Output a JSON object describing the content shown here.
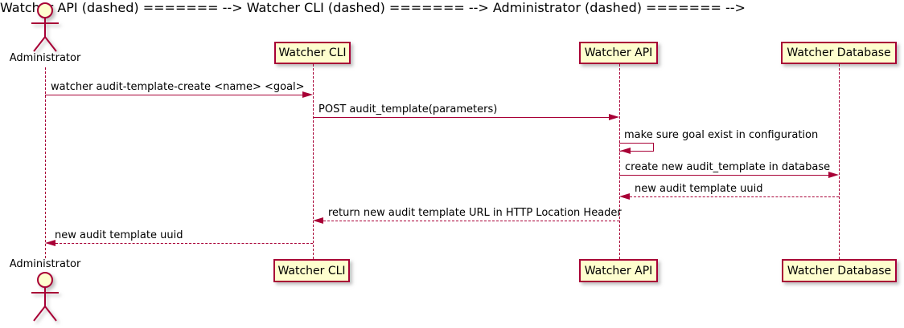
{
  "diagram": {
    "type": "sequence-diagram",
    "colors": {
      "participant_fill": "#FEFECE",
      "participant_border": "#A80036",
      "line": "#A80036",
      "text": "#000000",
      "background": "#FFFFFF"
    },
    "actor": {
      "label": "Administrator"
    },
    "participants": [
      {
        "label": "Watcher CLI"
      },
      {
        "label": "Watcher API"
      },
      {
        "label": "Watcher Database"
      }
    ],
    "messages": [
      {
        "from": "Administrator",
        "to": "Watcher CLI",
        "style": "solid",
        "label": "watcher audit-template-create <name> <goal>"
      },
      {
        "from": "Watcher CLI",
        "to": "Watcher API",
        "style": "solid",
        "label": "POST audit_template(parameters)"
      },
      {
        "from": "Watcher API",
        "to": "Watcher API",
        "style": "self",
        "label": "make sure goal exist in configuration"
      },
      {
        "from": "Watcher API",
        "to": "Watcher Database",
        "style": "solid",
        "label": "create new audit_template in database"
      },
      {
        "from": "Watcher Database",
        "to": "Watcher API",
        "style": "dashed",
        "label": "new audit template uuid"
      },
      {
        "from": "Watcher API",
        "to": "Watcher CLI",
        "style": "dashed",
        "label": "return new audit template URL in HTTP Location Header"
      },
      {
        "from": "Watcher CLI",
        "to": "Administrator",
        "style": "dashed",
        "label": "new audit template uuid"
      }
    ]
  }
}
